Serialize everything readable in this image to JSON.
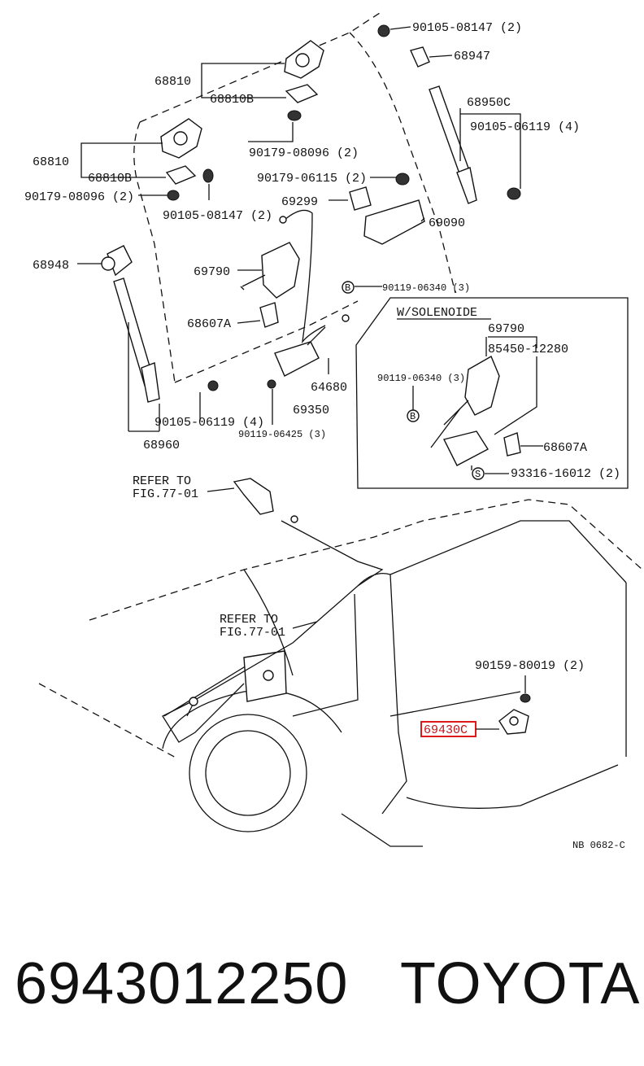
{
  "labels": {
    "p_90105_08147_top": "90105-08147 (2)",
    "p_68947": "68947",
    "p_68810_a": "68810",
    "p_68810b_a": "68810B",
    "p_68950c": "68950C",
    "p_90105_06119_r": "90105-06119 (4)",
    "p_90179_08096_a": "90179-08096 (2)",
    "p_68810_b": "68810",
    "p_68810b_b": "68810B",
    "p_90179_06115": "90179-06115 (2)",
    "p_90179_08096_b": "90179-08096 (2)",
    "p_69299": "69299",
    "p_90105_08147_b": "90105-08147 (2)",
    "p_69090": "69090",
    "p_68948": "68948",
    "p_69790_a": "69790",
    "p_90119_06340_a": "90119-06340 (3)",
    "p_68607a_a": "68607A",
    "p_64680": "64680",
    "p_69350": "69350",
    "p_90105_06119_l": "90105-06119 (4)",
    "p_90119_06425": "90119-06425 (3)",
    "p_68960": "68960",
    "solenoide_title": "W/SOLENOIDE",
    "p_69790_b": "69790",
    "p_85450_12280": "85450-12280",
    "p_90119_06340_b": "90119-06340 (3)",
    "p_68607a_b": "68607A",
    "p_93316_16012": "93316-16012 (2)",
    "refer_1_line1": "REFER TO",
    "refer_1_line2": "FIG.77-01",
    "refer_2_line1": "REFER TO",
    "refer_2_line2": "FIG.77-01",
    "p_90159_80019": "90159-80019 (2)",
    "p_69430c": "69430C",
    "marker_b1": "B",
    "marker_b2": "B",
    "marker_s": "S",
    "code": "NB  0682-C"
  },
  "footer": {
    "part_number": "6943012250",
    "brand": "TOYOTA"
  },
  "colors": {
    "highlight": "#e0191b",
    "ink": "#111111",
    "background": "#ffffff"
  }
}
